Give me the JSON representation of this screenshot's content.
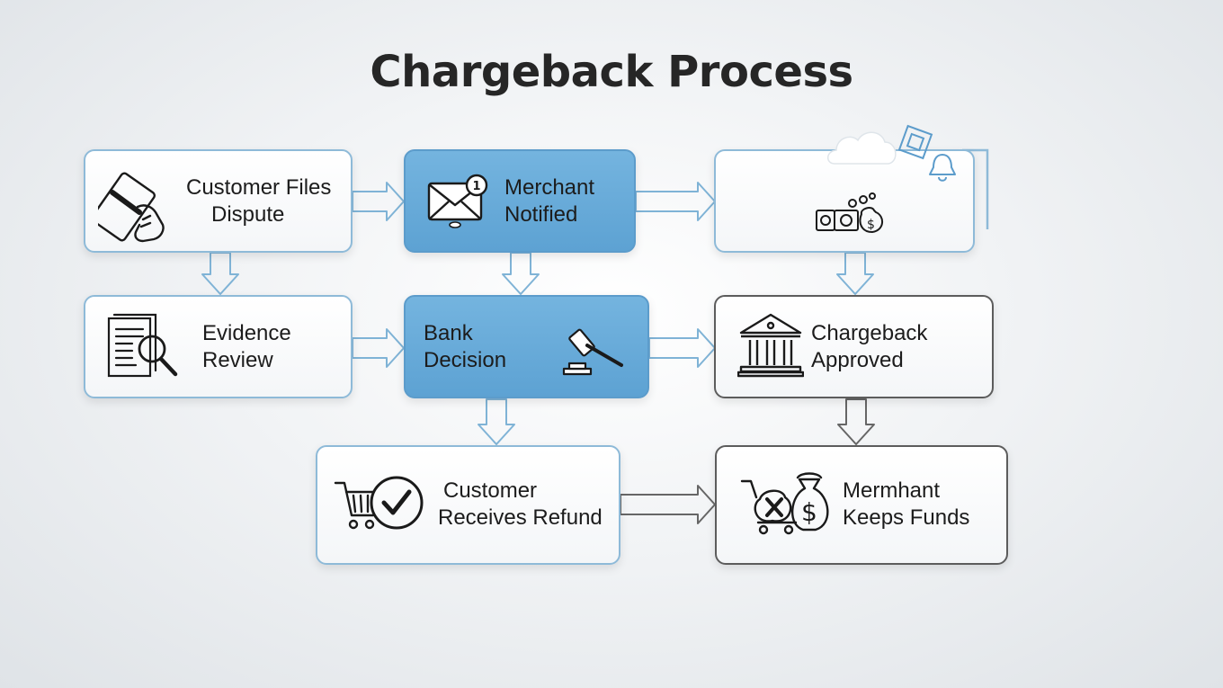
{
  "title": "Chargeback Process",
  "nodes": {
    "customer_files_dispute": {
      "lines": [
        "Customer Files",
        "Dispute"
      ]
    },
    "merchant_notified": {
      "lines": [
        "Merchant",
        "Notified"
      ]
    },
    "evidence_review": {
      "lines": [
        "Evidence",
        "Review"
      ]
    },
    "bank_decision": {
      "lines": [
        "Bank",
        "Decision"
      ]
    },
    "chargeback_approved": {
      "lines": [
        "Chargeback",
        "Approved"
      ]
    },
    "customer_receives_refund": {
      "lines": [
        "Customer",
        "Receives Refund"
      ]
    },
    "merchant_keeps_funds": {
      "lines": [
        "Mermhant",
        "Keeps Funds"
      ]
    }
  },
  "icons": {
    "customer_files_dispute": "credit-card-hand-icon",
    "merchant_notified": "envelope-notification-icon",
    "blank_node": "cash-coins-icon",
    "evidence_review": "document-magnifier-icon",
    "bank_decision": "gavel-icon",
    "chargeback_approved": "bank-building-icon",
    "customer_receives_refund": "cart-checkmark-icon",
    "merchant_keeps_funds": "money-bag-x-icon"
  },
  "notification_badge": "1",
  "colors": {
    "accent_blue": "#5da2d3",
    "node_border": "#8ebad8",
    "arrow": "#7fb3d6",
    "dark_border": "#5c5c5c"
  }
}
